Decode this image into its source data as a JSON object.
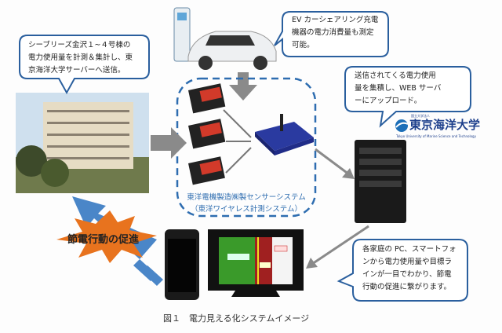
{
  "bubbles": {
    "building": "シーブリーズ金沢１~４号棟の\n電力使用量を計測＆集計し、東\n京海洋大学サーバーへ送信。",
    "ev": "EV カーシェアリング充電\n機器の電力消費量も測定\n可能。",
    "server": "送信されてくる電力使用\n量を集積し、WEB サーバ\nーにアップロード。",
    "home": "各家庭の PC、スマートフォ\nンから電力使用量や目標ラ\nインが一目でわかり、節電\n行動の促進に繋がります。"
  },
  "sensor_system": {
    "label": "東洋電機製造㈱製センサーシステム\n（東洋ワイヤレス計測システム）"
  },
  "logo": {
    "small": "国立大学法人",
    "main": "東京海洋大学",
    "english": "Tokyo University of Marine Science and Technology"
  },
  "promotion": "節電行動の促進",
  "caption": "図１　電力見える化システムイメージ",
  "colors": {
    "bubble_border": "#2a5f9e",
    "dashed_box": "#2e6db0",
    "arrow_gray": "#8a8a8a",
    "arrow_blue": "#4a86c8",
    "starburst": "#e8731e"
  }
}
